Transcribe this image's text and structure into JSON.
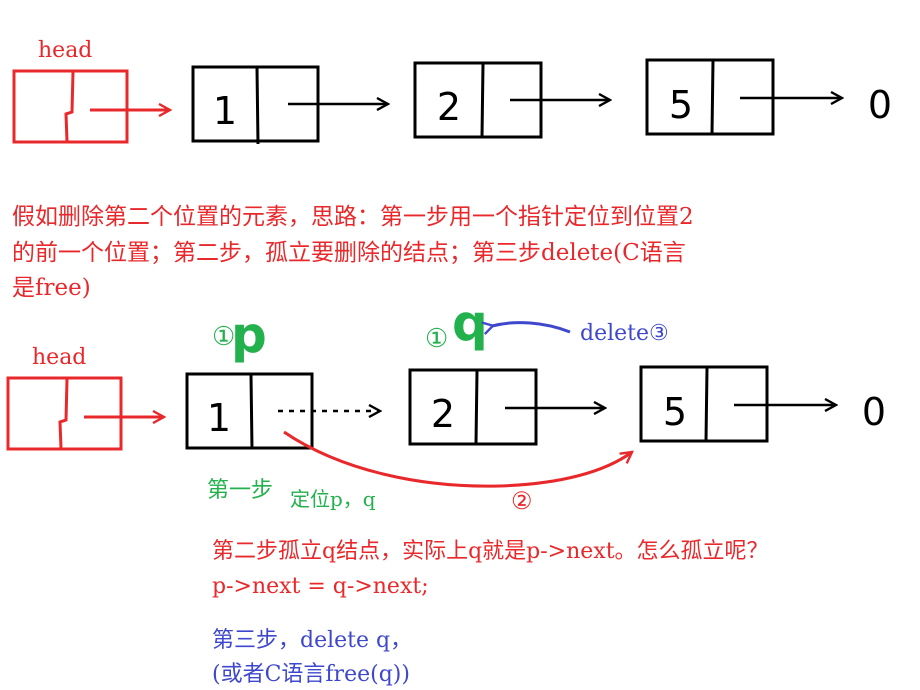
{
  "colors": {
    "red": "#e8282b",
    "black": "#000000",
    "green": "#22b14c",
    "blue": "#3f48cc"
  },
  "top_list": {
    "head_label": "head",
    "node_values": [
      "1",
      "2",
      "5"
    ],
    "end_value": "0"
  },
  "description": {
    "line1": "假如删除第二个位置的元素，思路：第一步用一个指针定位到位置2",
    "line2": "的前一个位置；第二步，孤立要删除的结点；第三步delete(C语言",
    "line3": "是free)"
  },
  "bottom_list": {
    "head_label": "head",
    "node_values": [
      "1",
      "2",
      "5"
    ],
    "end_value": "0",
    "p_marker": "①",
    "p_label": "p",
    "q_marker": "①",
    "q_label": "q",
    "delete_label": "delete③",
    "step2_marker": "②"
  },
  "steps": {
    "step1_a": "第一步",
    "step1_b": "定位p，q",
    "step2_line1": "第二步孤立q结点，实际上q就是p->next。怎么孤立呢？",
    "step2_line2": "p->next = q->next;",
    "step3_line1": "第三步，delete q，",
    "step3_line2": "(或者C语言free(q))"
  }
}
